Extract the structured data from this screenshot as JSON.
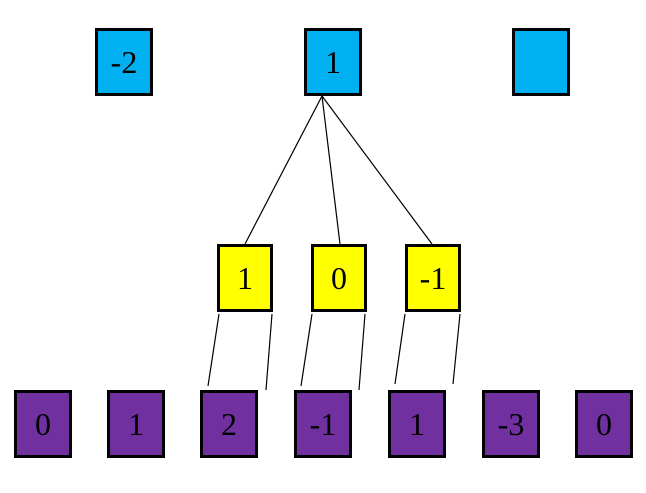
{
  "top_row": [
    {
      "label": "-2"
    },
    {
      "label": "1"
    },
    {
      "label": ""
    }
  ],
  "middle_row": [
    {
      "label": "1"
    },
    {
      "label": "0"
    },
    {
      "label": "-1"
    }
  ],
  "bottom_row": [
    {
      "label": "0"
    },
    {
      "label": "1"
    },
    {
      "label": "2"
    },
    {
      "label": "-1"
    },
    {
      "label": "1"
    },
    {
      "label": "-3"
    },
    {
      "label": "0"
    }
  ],
  "colors": {
    "top": "#00b0f0",
    "middle": "#ffff00",
    "bottom": "#7030a0"
  }
}
